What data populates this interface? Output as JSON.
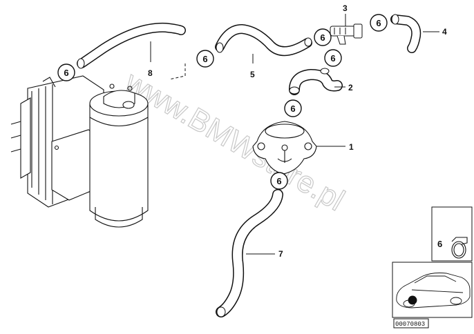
{
  "watermark": "www.BMWstore.pl",
  "parts": [
    {
      "id": "1",
      "label": "1"
    },
    {
      "id": "2",
      "label": "2"
    },
    {
      "id": "3",
      "label": "3"
    },
    {
      "id": "4",
      "label": "4"
    },
    {
      "id": "5",
      "label": "5"
    },
    {
      "id": "7",
      "label": "7"
    },
    {
      "id": "8",
      "label": "8"
    }
  ],
  "clamp_label": "6",
  "inset": {
    "clamp_label": "6",
    "ref_code": "00070803"
  },
  "icons": [
    "carbon-canister-icon",
    "car-silhouette-icon",
    "hose-clamp-icon",
    "valve-icon"
  ]
}
